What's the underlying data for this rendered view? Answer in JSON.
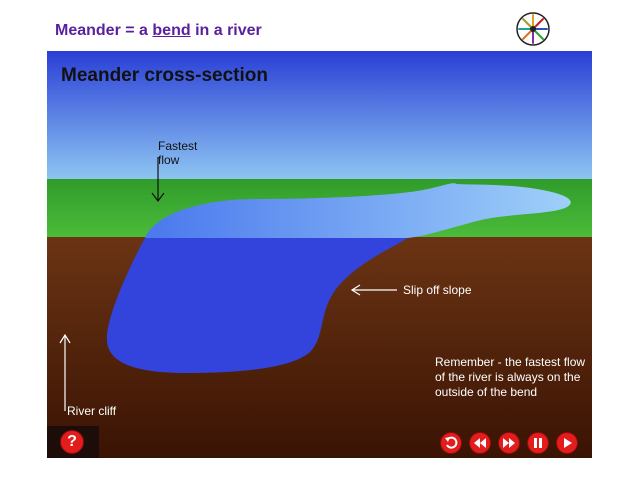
{
  "header": {
    "title_part1": "Meander = a",
    "title_link": "bend",
    "title_part2": "in a river"
  },
  "logo": {
    "icon": "compass-wheel-icon"
  },
  "slide": {
    "heading": "Meander cross-section",
    "labels": {
      "fastest_line1": "Fastest",
      "fastest_line2": "flow",
      "slip_off_slope": "Slip off slope",
      "river_cliff": "River cliff",
      "remember_line1": "Remember - the fastest flow",
      "remember_line2": "of the river is always on the",
      "remember_line3": "outside of the bend"
    },
    "colors": {
      "sky_top": "#2a3fd6",
      "sky_bottom": "#8fc7f2",
      "grass": "#3aa830",
      "soil_top": "#6b3414",
      "soil_bottom": "#3a1303",
      "water": "#3344dd",
      "water_surface": "#5b8ef0"
    }
  },
  "controls": {
    "help": {
      "label": "?",
      "icon": "help-icon"
    },
    "buttons": [
      "replay-icon",
      "rewind-icon",
      "fast-forward-icon",
      "pause-icon",
      "play-icon"
    ]
  }
}
